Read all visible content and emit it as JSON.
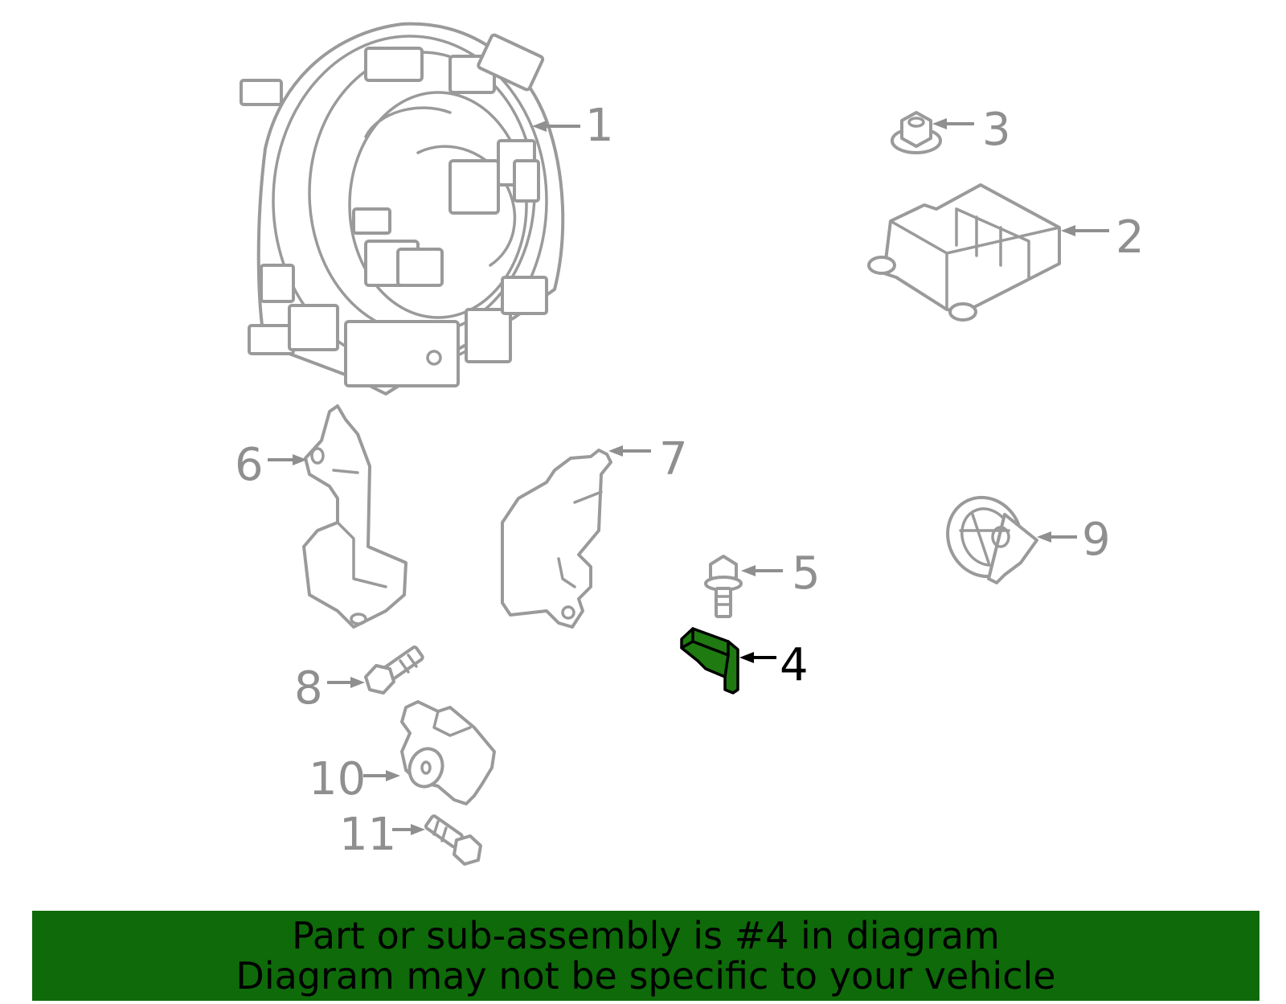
{
  "diagram": {
    "callouts": [
      {
        "id": "1",
        "label": "1"
      },
      {
        "id": "2",
        "label": "2"
      },
      {
        "id": "3",
        "label": "3"
      },
      {
        "id": "4",
        "label": "4",
        "highlighted": true
      },
      {
        "id": "5",
        "label": "5"
      },
      {
        "id": "6",
        "label": "6"
      },
      {
        "id": "7",
        "label": "7"
      },
      {
        "id": "8",
        "label": "8"
      },
      {
        "id": "9",
        "label": "9"
      },
      {
        "id": "10",
        "label": "10"
      },
      {
        "id": "11",
        "label": "11"
      }
    ],
    "colors": {
      "outline": "#9a9a9a",
      "highlight_fill": "#1f7a12",
      "banner_background": "#0f6a0a"
    }
  },
  "banner": {
    "line1": "Part or sub-assembly is #4 in diagram",
    "line2": "Diagram may not be specific to your vehicle"
  }
}
